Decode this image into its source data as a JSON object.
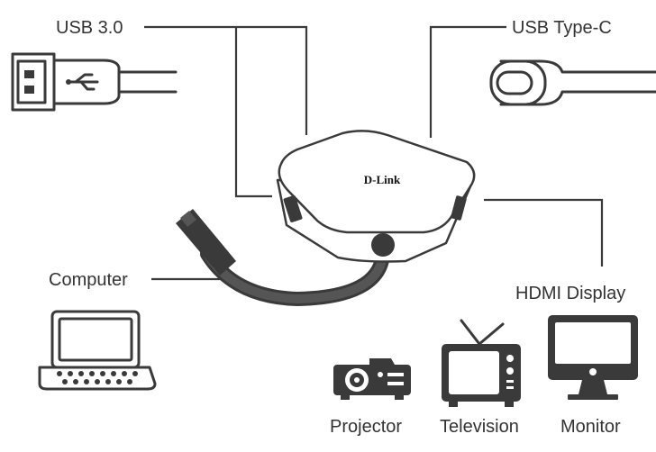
{
  "labels": {
    "usb3": "USB 3.0",
    "usbc": "USB Type-C",
    "computer": "Computer",
    "hdmi": "HDMI Display",
    "projector": "Projector",
    "television": "Television",
    "monitor": "Monitor"
  },
  "hub": {
    "brand": "D-Link"
  },
  "colors": {
    "line": "#3a3a3a",
    "text": "#333333",
    "device_fill": "#ffffff"
  }
}
